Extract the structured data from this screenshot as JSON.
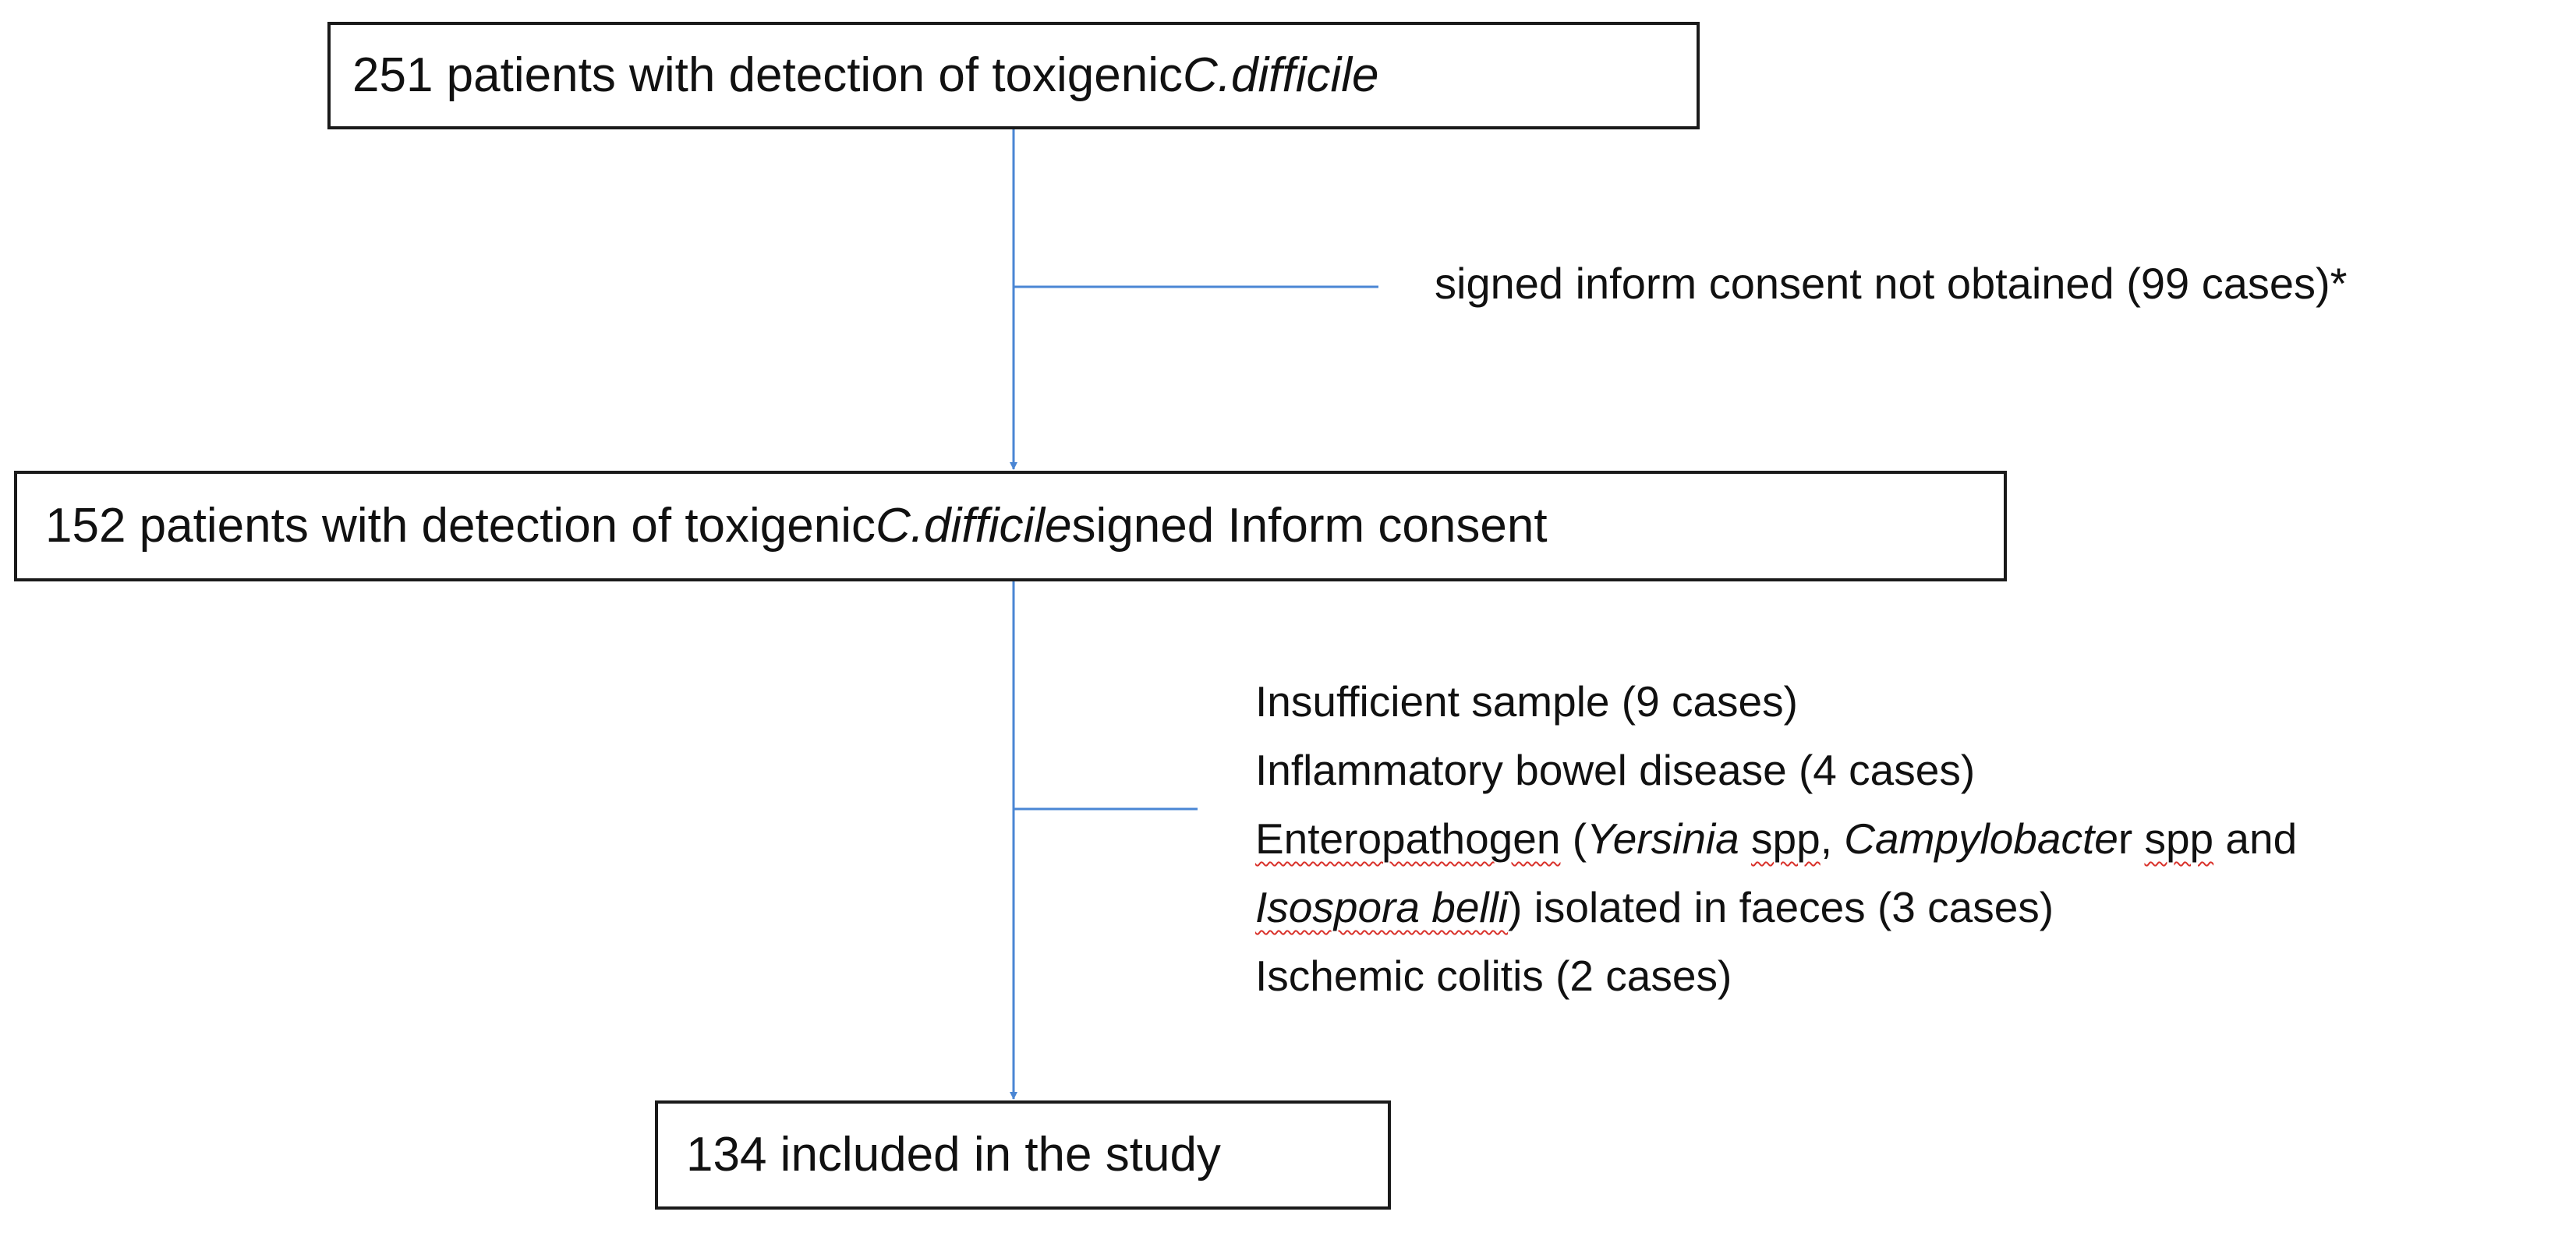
{
  "colors": {
    "line": "#4a86d4",
    "box_border": "#1a1a1a",
    "spell_underline": "#d9322b"
  },
  "box1": {
    "text_before": "251 patients with detection of toxigenic ",
    "species": "C.difficile"
  },
  "box2": {
    "text_before": "152 patients with detection of toxigenic ",
    "species": "C.difficile",
    "text_after": " signed Inform consent"
  },
  "box3": {
    "text": "134 included in the study"
  },
  "exclusion1": {
    "text": "signed inform consent not obtained (99 cases)*"
  },
  "exclusion2": {
    "insufficient": "Insufficient sample (9 cases)",
    "ibd": "Inflammatory bowel disease (4 cases)",
    "entero_prefix": "Enteropathogen",
    "entero_open": " (",
    "yersinia": "Yersinia",
    "spp1": "spp",
    "comma": ", ",
    "campylobacte": "Campylobacte",
    "r": "r",
    "spp2": "spp",
    "and": " and",
    "isospora": "Isospora belli",
    "entero_rest": ") isolated in faeces (3 cases)",
    "ischemic": "Ischemic colitis (2 cases)"
  }
}
